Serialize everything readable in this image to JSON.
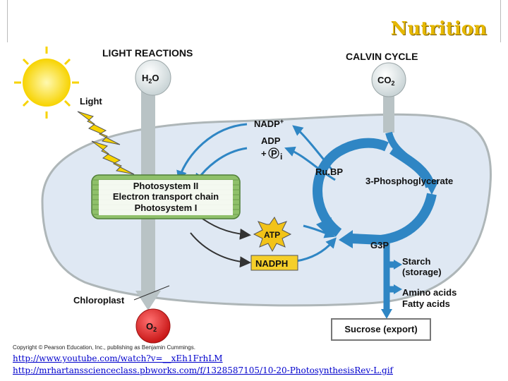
{
  "slide": {
    "title": "Nutrition"
  },
  "diagram": {
    "light_reactions_header": "LIGHT REACTIONS",
    "calvin_cycle_header": "CALVIN CYCLE",
    "h2o": "H",
    "h2o_sub": "2",
    "h2o_end": "O",
    "co2": "CO",
    "co2_sub": "2",
    "o2": "O",
    "o2_sub": "2",
    "light": "Light",
    "nadp_plus": "NADP",
    "nadp_plus_sup": "+",
    "adp": "ADP",
    "plus_pi": "+",
    "pi_p": "P",
    "pi_i": "i",
    "photosystem_ii": "Photosystem II",
    "electron_transport_chain": "Electron transport chain",
    "photosystem_i": "Photosystem I",
    "atp": "ATP",
    "nadph": "NADPH",
    "rubp": "Ru.BP",
    "three_pg": "3-Phosphoglycerate",
    "g3p": "G3P",
    "starch": "Starch",
    "storage": "(storage)",
    "amino_acids": "Amino acids",
    "fatty_acids": "Fatty acids",
    "sucrose": "Sucrose (export)",
    "chloroplast": "Chloroplast",
    "copyright": "Copyright © Pearson Education, Inc., publishing as Benjamin Cummings."
  },
  "links": [
    "http://www.youtube.com/watch?v=__xEh1FrhLM",
    "http://mrhartansscienceclass.pbworks.com/f/1328587105/10-20-PhotosynthesisRev-L.gif"
  ],
  "colors": {
    "title": "#e6b800",
    "chloroplast": "#dfe8f3",
    "arrow_grey": "#b9c3c5",
    "cycle_blue": "#2f86c4",
    "thylakoid": "#8fc06a",
    "nadph_box": "#f5cf2a",
    "atp_star": "#f2c318",
    "o2_circle": "#e23030",
    "link": "#0000cc"
  }
}
